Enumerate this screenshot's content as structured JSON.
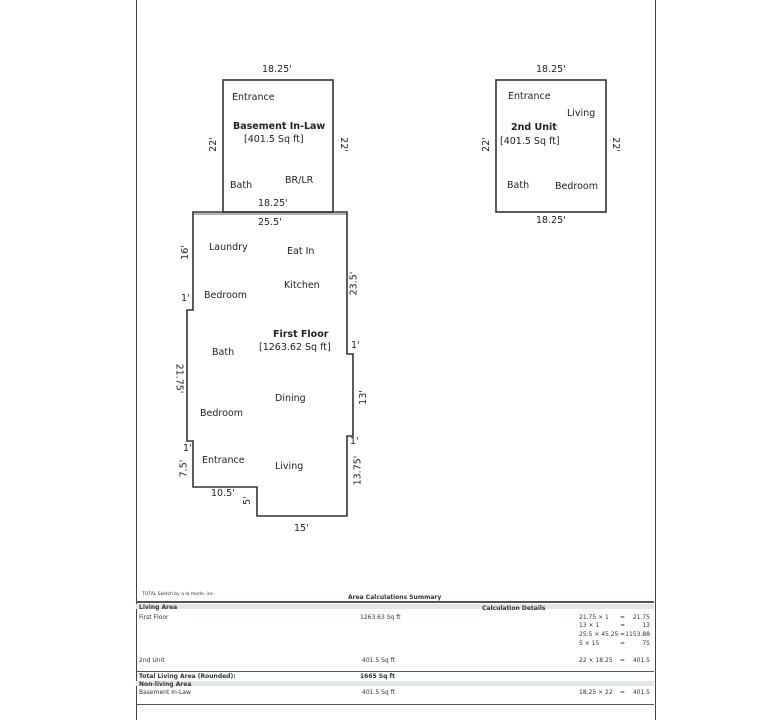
{
  "basement": {
    "title": "Basement In-Law",
    "area": "[401.5 Sq ft]",
    "rooms": {
      "entrance": "Entrance",
      "bath": "Bath",
      "brlr": "BR/LR"
    },
    "dims": {
      "top": "18.25'",
      "bottom": "18.25'",
      "left": "22'",
      "right": "22'"
    }
  },
  "unit2": {
    "title": "2nd Unit",
    "area": "[401.5 Sq ft]",
    "rooms": {
      "entrance": "Entrance",
      "living": "Living",
      "bath": "Bath",
      "bedroom": "Bedroom"
    },
    "dims": {
      "top": "18.25'",
      "bottom": "18.25'",
      "left": "22'",
      "right": "22'"
    }
  },
  "first_floor": {
    "title": "First Floor",
    "area": "[1263.62 Sq ft]",
    "rooms": {
      "laundry": "Laundry",
      "eat_in": "Eat In",
      "bedroom1": "Bedroom",
      "kitchen": "Kitchen",
      "bath": "Bath",
      "bedroom2": "Bedroom",
      "dining": "Dining",
      "entrance": "Entrance",
      "living": "Living"
    },
    "dims": {
      "top": "25.5'",
      "left_upper": "16'",
      "left_step1": "1'",
      "left_mid": "21.75'",
      "left_step2": "1'",
      "left_lower": "7.5'",
      "bottom_left": "10.5'",
      "bottom_notch": "5'",
      "bottom": "15'",
      "right_upper": "23.5'",
      "right_step1": "1'",
      "right_mid": "13'",
      "right_step2": "1'",
      "right_lower": "13.75'"
    }
  },
  "summary": {
    "credit": "TOTAL Sketch by a la mode, inc.",
    "title": "Area Calculations Summary",
    "living_area": "Living Area",
    "calc_details": "Calculation Details",
    "first_floor": {
      "name": "First Floor",
      "area": "1263.63 Sq ft"
    },
    "first_floor_calcs": [
      {
        "expr": "21.75 × 1",
        "eq": "=",
        "val": "21.75"
      },
      {
        "expr": "13 × 1",
        "eq": "=",
        "val": "13"
      },
      {
        "expr": "25.5 × 45.25",
        "eq": "=",
        "val": "1153.88"
      },
      {
        "expr": "5 × 15",
        "eq": "=",
        "val": "75"
      }
    ],
    "unit2": {
      "name": "2nd Unit",
      "area": "401.5 Sq ft",
      "expr": "22 × 18.25",
      "eq": "=",
      "val": "401.5"
    },
    "total_label": "Total Living Area (Rounded):",
    "total_value": "1665 Sq ft",
    "non_living": "Non-living Area",
    "basement": {
      "name": "Basement In-Law",
      "area": "401.5 Sq ft",
      "expr": "18.25 × 22",
      "eq": "=",
      "val": "401.5"
    }
  }
}
